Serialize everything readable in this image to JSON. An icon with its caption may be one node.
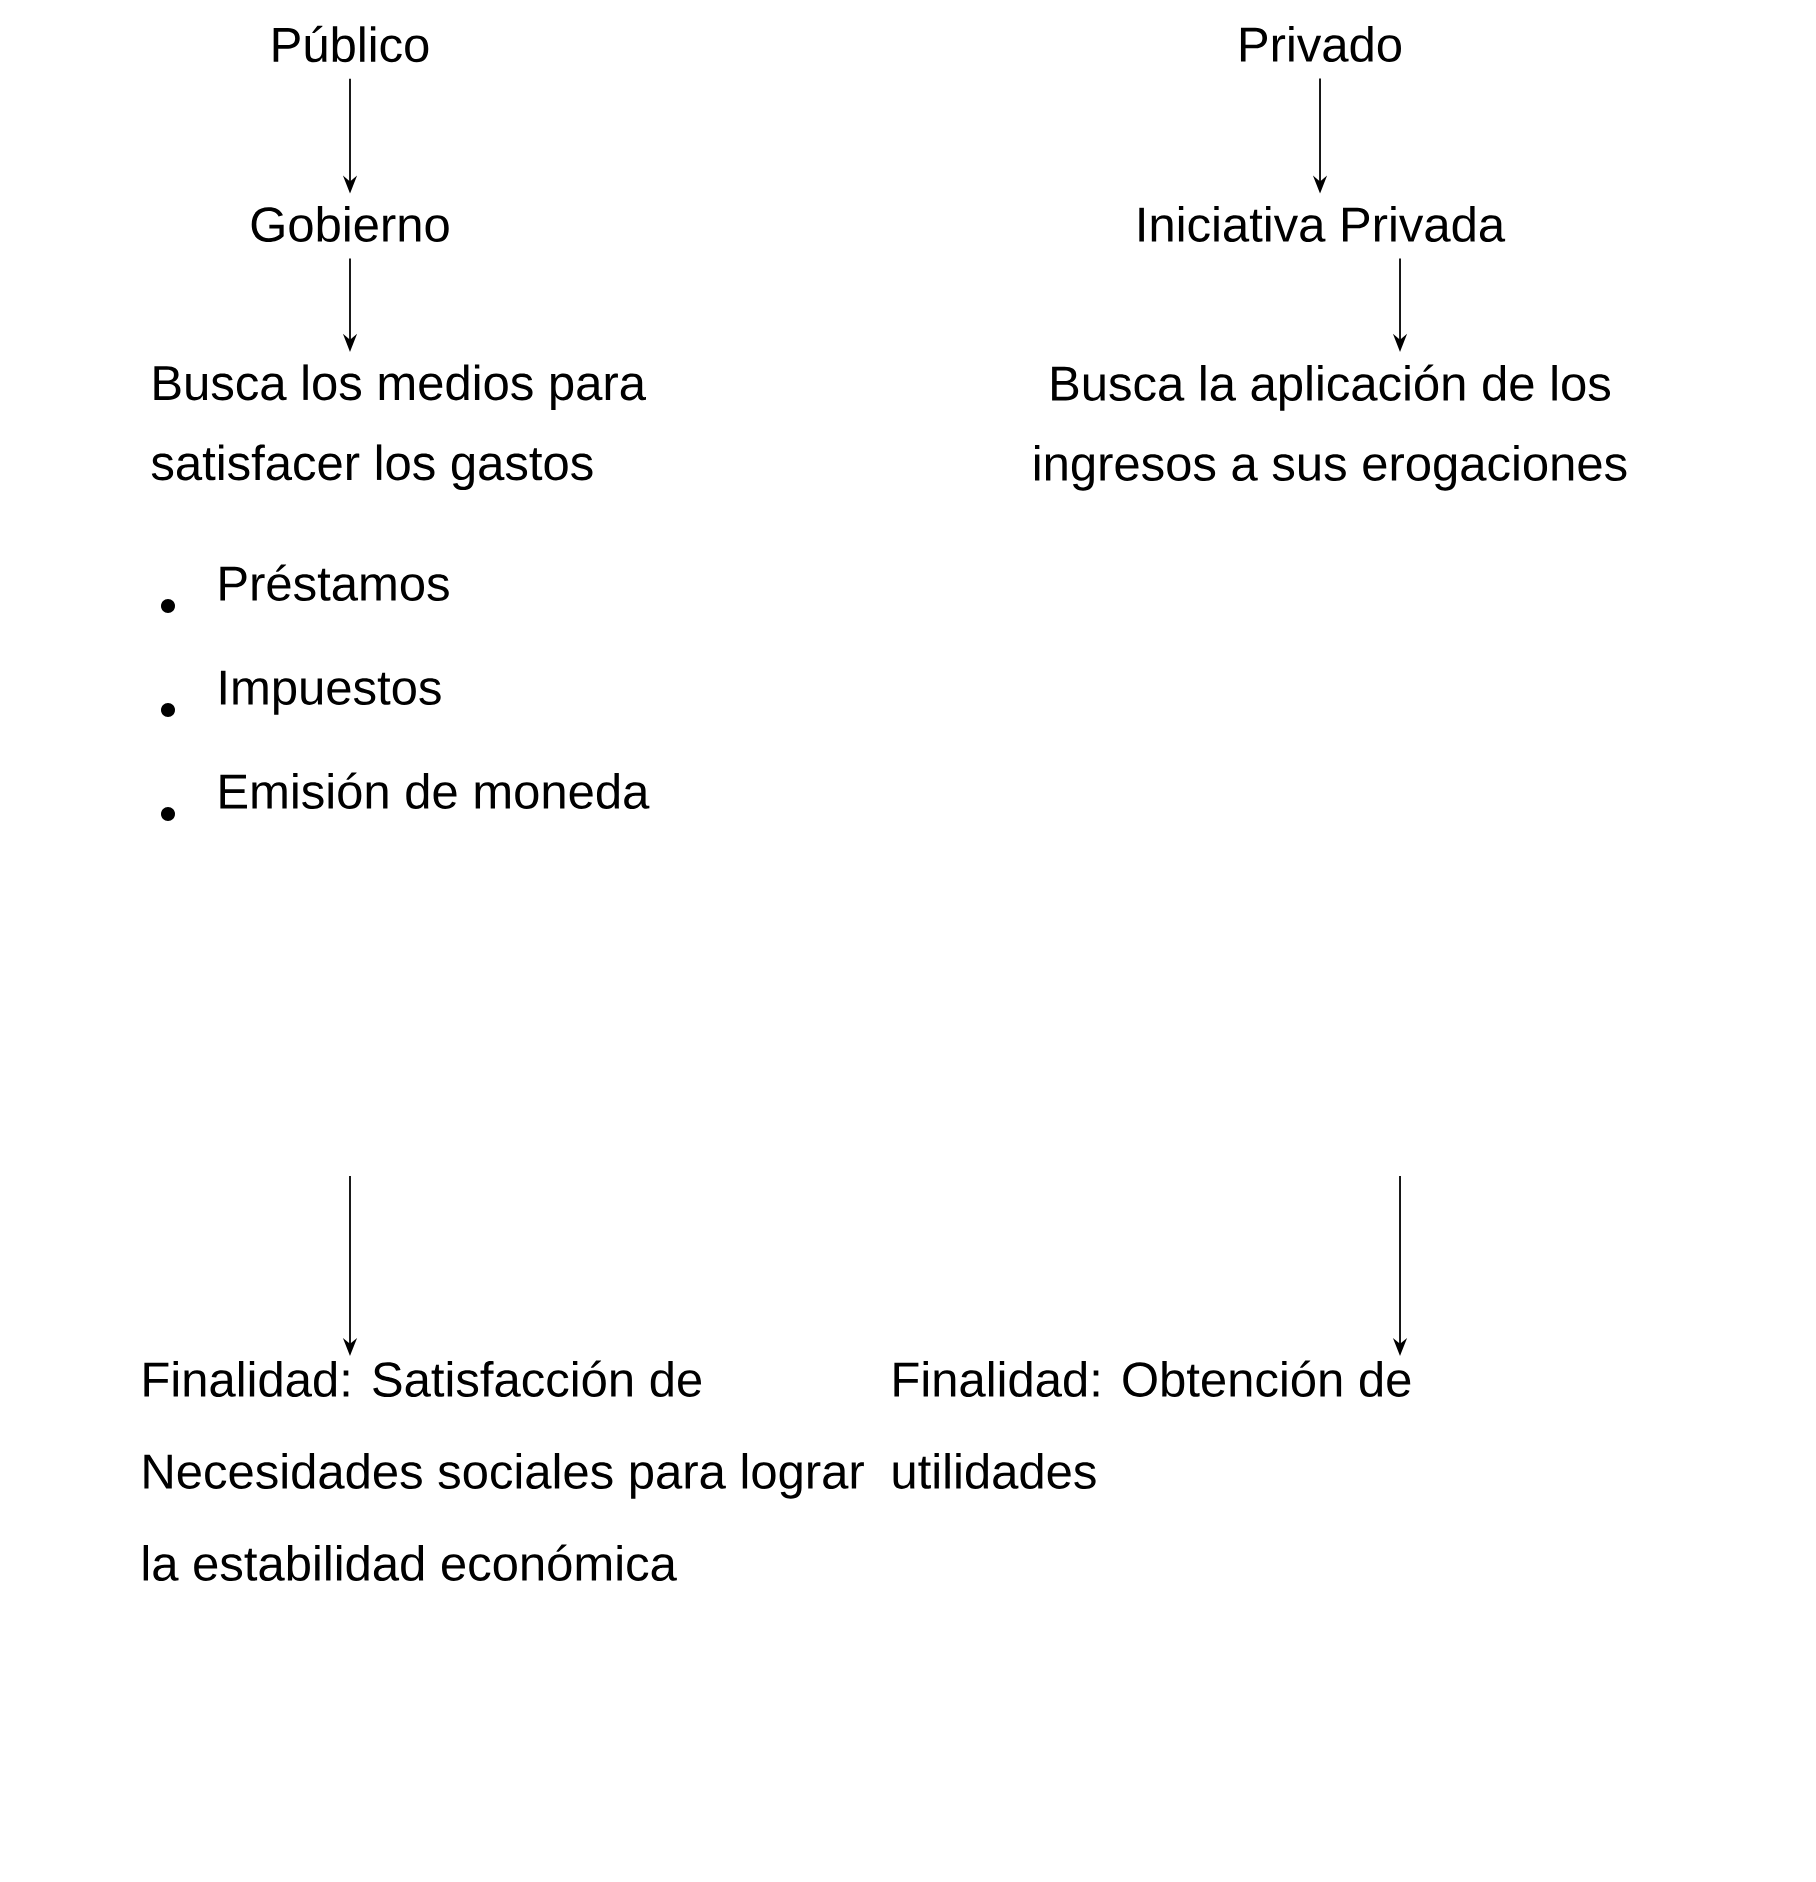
{
  "diagram": {
    "nodes": [
      {
        "text": [
          "Público"
        ]
      },
      {
        "text": [
          "Gobierno"
        ]
      },
      {
        "text": [
          "Busca los medios para satisfacer los gastos"
        ]
      },
      {
        "text": [
          "Préstamos",
          "Impuestos",
          "Emisión de moneda"
        ]
      },
      {
        "text": [
          "Finalidad: Satisfacción de Necesidades sociales para lograr la estabilidad económica"
        ]
      },
      {
        "text": [
          "Privado"
        ]
      },
      {
        "text": [
          "Iniciativa Privada"
        ]
      },
      {
        "text": [
          "Busca la aplicación de los ingresos a sus erogaciones"
        ]
      },
      {
        "text": [
          "Finalidad: Obtención de utilidades"
        ]
      }
    ],
    "edges": [
      {
        "from": 0,
        "to": 1,
        "arrow": "to"
      },
      {
        "from": 1,
        "to": 2,
        "arrow": "to"
      },
      {
        "from": null,
        "to": 4,
        "arrow": "to"
      },
      {
        "from": 5,
        "to": 6,
        "arrow": "to"
      },
      {
        "from": 6,
        "to": 7,
        "arrow": "to"
      },
      {
        "from": null,
        "to": 8,
        "arrow": "to"
      }
    ]
  }
}
